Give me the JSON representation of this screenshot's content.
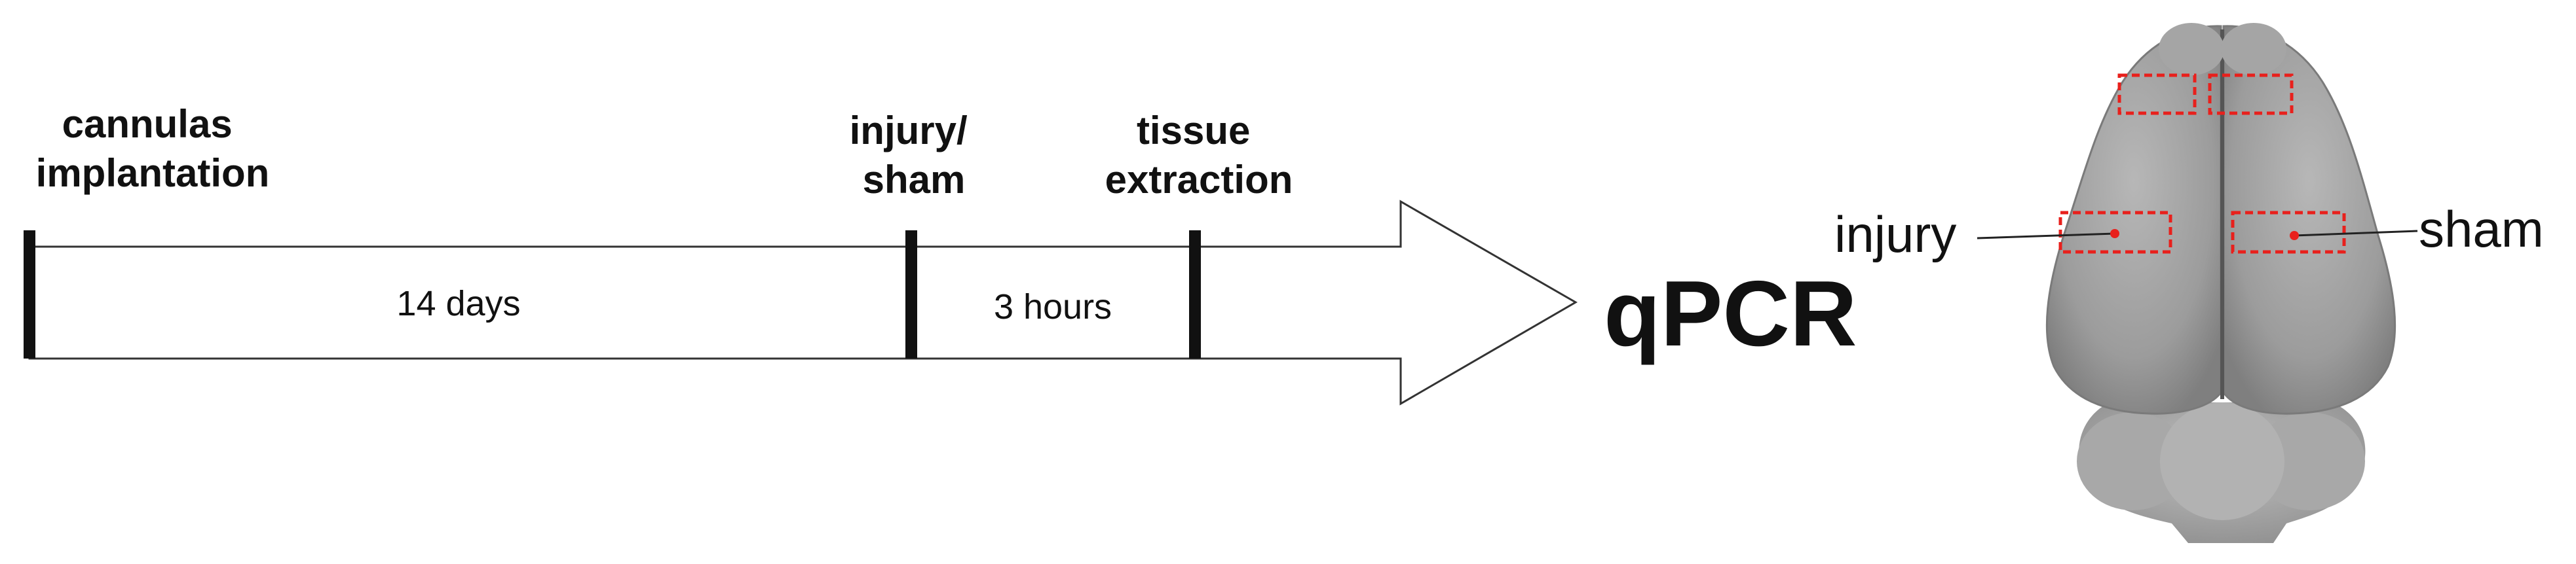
{
  "timeline": {
    "events": [
      {
        "label_line1": "cannulas",
        "label_line2": "implantation"
      },
      {
        "label_line1": "injury/",
        "label_line2": "sham"
      },
      {
        "label_line1": "tissue",
        "label_line2": "extraction"
      }
    ],
    "intervals": [
      {
        "label": "14 days"
      },
      {
        "label": "3 hours"
      }
    ]
  },
  "outcome": {
    "label": "qPCR"
  },
  "brain": {
    "left_region_label": "injury",
    "right_region_label": "sham",
    "marker_color": "#e8201c"
  },
  "colors": {
    "ink": "#111111",
    "brain_fill": "#9a9a9a"
  }
}
